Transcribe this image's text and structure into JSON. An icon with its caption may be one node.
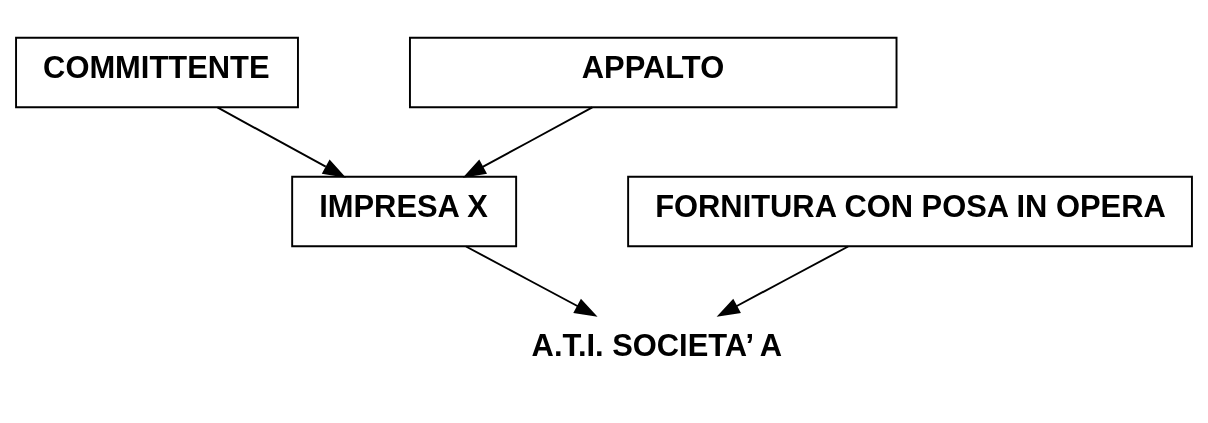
{
  "diagram": {
    "nodes": [
      {
        "text": [
          "COMMITTENTE"
        ]
      },
      {
        "text": [
          "APPALTO"
        ]
      },
      {
        "text": [
          "IMPRESA X"
        ]
      },
      {
        "text": [
          "FORNITURA CON POSA IN OPERA"
        ]
      },
      {
        "text": [
          "A.T.I. SOCIETA’ A"
        ]
      }
    ],
    "edges": [
      {
        "from": 0,
        "to": 2,
        "arrow": "to"
      },
      {
        "from": 1,
        "to": 2,
        "arrow": "to"
      },
      {
        "from": 2,
        "to": 4,
        "arrow": "to"
      },
      {
        "from": 3,
        "to": 4,
        "arrow": "to"
      }
    ]
  }
}
